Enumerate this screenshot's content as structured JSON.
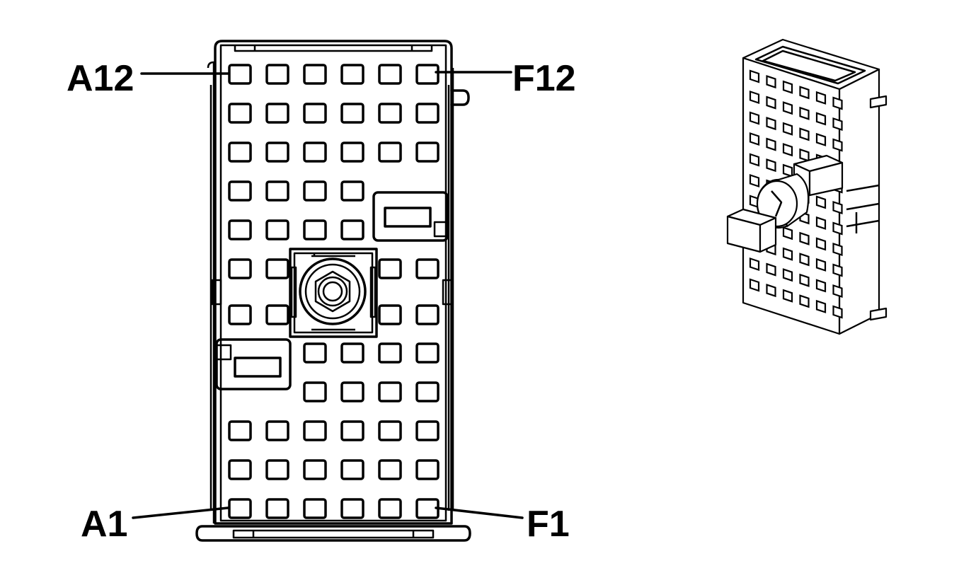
{
  "diagram": {
    "callouts": {
      "top_left": "A12",
      "top_right": "F12",
      "bottom_left": "A1",
      "bottom_right": "F1"
    },
    "cavity_grid": {
      "columns": 6,
      "rows": 12
    },
    "colors": {
      "line": "#000000",
      "background": "#ffffff"
    }
  }
}
